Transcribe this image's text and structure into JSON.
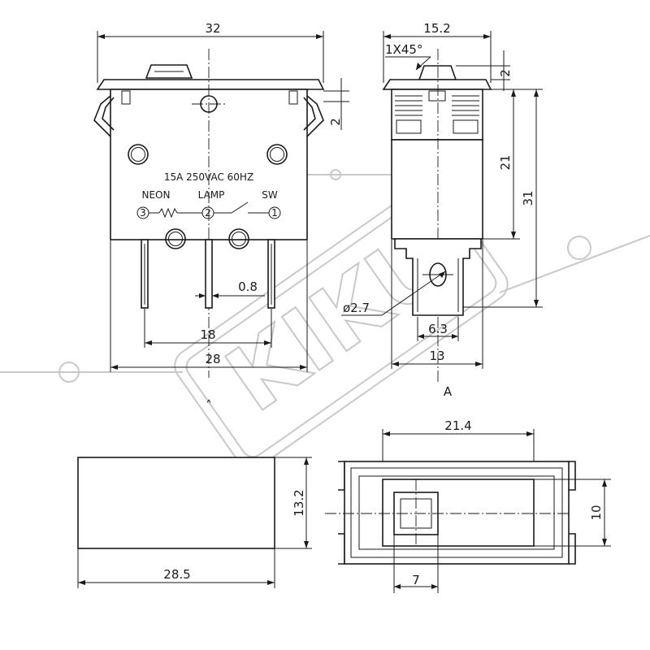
{
  "watermark": {
    "text": "KIKU",
    "color": "#c9c9c9"
  },
  "front_view": {
    "dim_width_top": "32",
    "dim_tab": "2",
    "rating": "15A  250VAC  60HZ",
    "labels": {
      "neon": "NEON",
      "lamp": "LAMP",
      "sw": "SW"
    },
    "terminals": {
      "t3": "3",
      "t2": "2",
      "t1": "1"
    },
    "dim_pin_thickness": "0.8",
    "dim_pin_span": "18",
    "dim_body_width": "28",
    "section_arrow": "˄"
  },
  "side_view": {
    "dim_width": "15.2",
    "chamfer": "1X45°",
    "dim_cap": "2",
    "dim_height_21": "21",
    "dim_height_31": "31",
    "hole": "ø2.7",
    "dim_tab_width": "6.3",
    "dim_body_width": "13",
    "view_label": "A"
  },
  "bottom_left_view": {
    "dim_height": "13.2",
    "dim_width": "28.5"
  },
  "top_view": {
    "dim_width": "21.4",
    "dim_height": "10",
    "dim_square": "7"
  }
}
